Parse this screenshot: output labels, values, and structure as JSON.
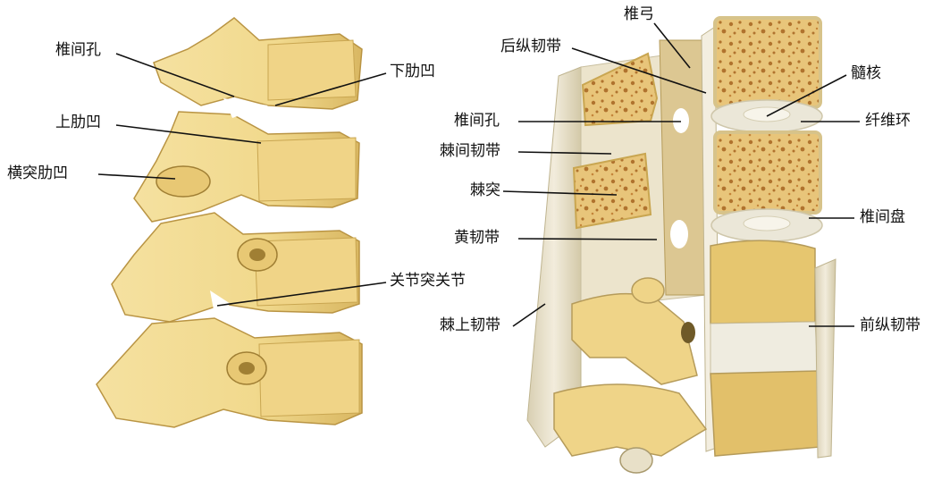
{
  "left_view": {
    "labels": {
      "intervertebral_foramen": "椎间孔",
      "inferior_costal_facet": "下肋凹",
      "superior_costal_facet": "上肋凹",
      "transverse_costal_facet": "横突肋凹",
      "zygapophyseal_joint": "关节突关节"
    }
  },
  "right_view": {
    "labels": {
      "vertebral_arch": "椎弓",
      "posterior_longitudinal_ligament": "后纵韧带",
      "nucleus_pulposus": "髓核",
      "intervertebral_foramen": "椎间孔",
      "annulus_fibrosus": "纤维环",
      "interspinous_ligament": "棘间韧带",
      "spinous_process": "棘突",
      "intervertebral_disc": "椎间盘",
      "ligamentum_flavum": "黄韧带",
      "supraspinous_ligament": "棘上韧带",
      "anterior_longitudinal_ligament": "前纵韧带"
    }
  },
  "colors": {
    "bone": "#f1d98d",
    "bone_shadow": "#c9a651",
    "bone_dark": "#a07f34",
    "cancellous": "#e3b867",
    "marrow_dots": "#b0732e",
    "ligament": "#ede6d2",
    "ligament_shade": "#c9bf9f",
    "disc": "#e9e5d6",
    "leader": "#111111"
  }
}
